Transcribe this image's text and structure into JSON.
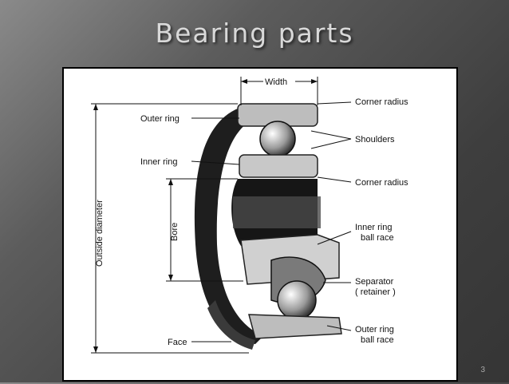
{
  "slide": {
    "title": "Bearing parts",
    "page_number": "3"
  },
  "diagram": {
    "labels": {
      "width": "Width",
      "corner_radius_top": "Corner radius",
      "outer_ring": "Outer ring",
      "shoulders": "Shoulders",
      "inner_ring": "Inner ring",
      "corner_radius_mid": "Corner radius",
      "outside_diameter": "Outside diameter",
      "bore": "Bore",
      "inner_ring_ball_race_1": "Inner ring",
      "inner_ring_ball_race_2": "ball race",
      "separator_1": "Separator",
      "separator_2": "( retainer )",
      "face": "Face",
      "outer_ring_ball_race_1": "Outer ring",
      "outer_ring_ball_race_2": "ball race"
    }
  }
}
